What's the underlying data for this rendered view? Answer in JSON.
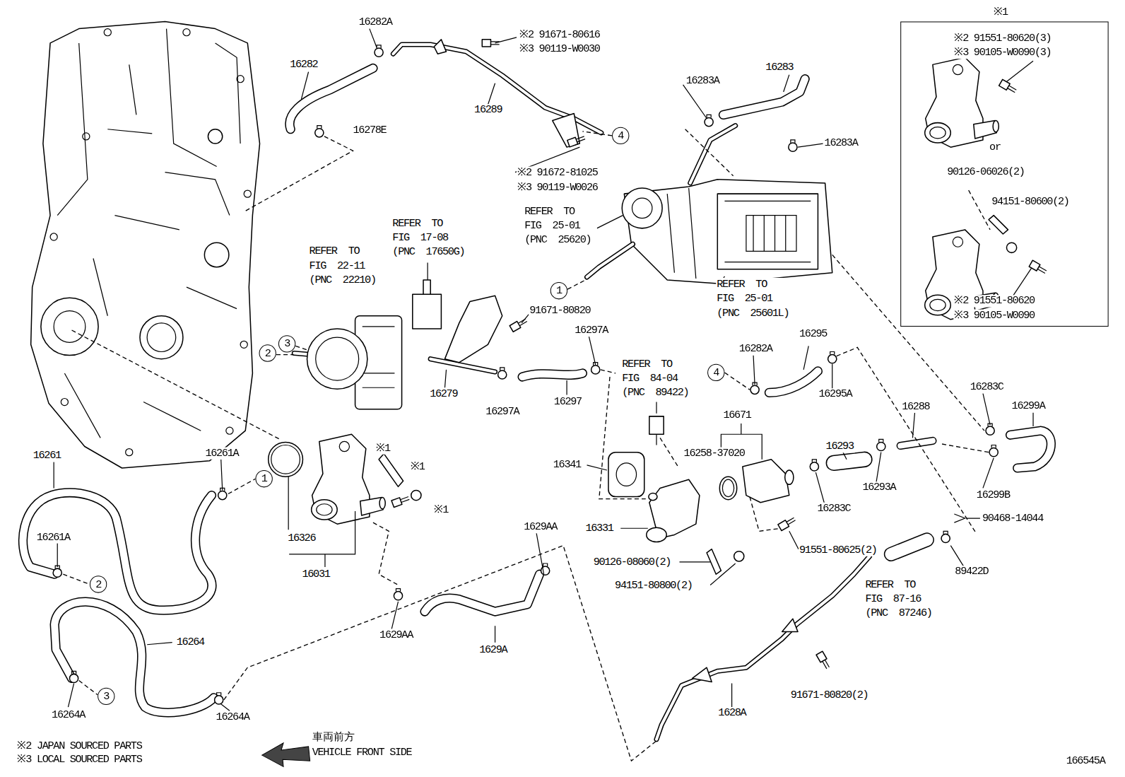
{
  "diagram": {
    "nodes": [
      {
        "text": [
          "※1",
          "※2 91551-80620(3)",
          "※3 90105-W0090(3)",
          "or",
          "90126-06026(2)",
          "94151-80600(2)",
          "※2 91551-80620",
          "※3 90105-W0090"
        ]
      },
      {
        "text": [
          "4"
        ]
      },
      {
        "text": [
          "1"
        ]
      },
      {
        "text": [
          "3"
        ]
      },
      {
        "text": [
          "2"
        ]
      },
      {
        "text": [
          "4"
        ]
      },
      {
        "text": [
          "1"
        ]
      },
      {
        "text": [
          "2"
        ]
      },
      {
        "text": [
          "3"
        ]
      }
    ],
    "labels": [
      "16282A",
      "※2 91671-80616",
      "※3 90119-W0030",
      "16282",
      "16283",
      "16283A",
      "16289",
      "16278E",
      "16283A",
      "※2 91672-81025",
      "※3 90119-W0026",
      "REFER TO FIG 25-01 (PNC 25620)",
      "REFER TO FIG 17-08 (PNC 17650G)",
      "REFER TO FIG 22-11 (PNC 22210)",
      "REFER TO FIG 25-01 (PNC 25601L)",
      "91671-80820",
      "16297A",
      "16295",
      "16282A",
      "REFER TO FIG 84-04 (PNC 89422)",
      "16279",
      "16295A",
      "16297",
      "16297A",
      "16283C",
      "16299A",
      "16288",
      "16671",
      "16293",
      "16258-37020",
      "16341",
      "16261",
      "16261A",
      "※1",
      "※1",
      "16293A",
      "16299B",
      "16283C",
      "※1",
      "90468-14044",
      "1629AA",
      "16331",
      "16261A",
      "16326",
      "91551-80625(2)",
      "90126-08060(2)",
      "89422D",
      "16031",
      "REFER TO FIG 87-16 (PNC 87246)",
      "94151-80800(2)",
      "1629AA",
      "16264",
      "1629A",
      "91671-80820(2)",
      "1628A",
      "16264A",
      "16264A",
      "車両前方",
      "※2 JAPAN SOURCED PARTS",
      "VEHICLE FRONT SIDE",
      "※3 LOCAL SOURCED PARTS",
      "166545A"
    ]
  }
}
